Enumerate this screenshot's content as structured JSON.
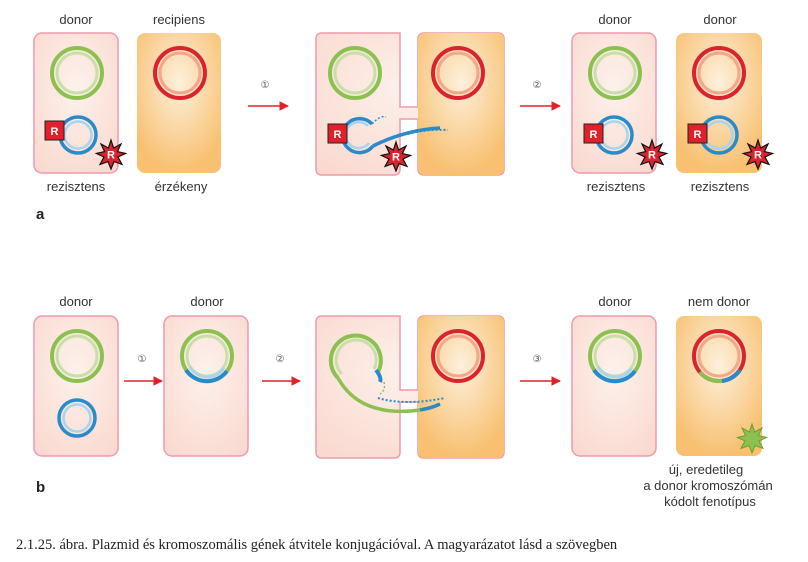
{
  "colors": {
    "donor_fill": "#fbe3dc",
    "donor_stroke": "#ee9aac",
    "recipient_fill": "#f8c878",
    "recipient_center": "#fdf0dc",
    "chromosome_green": "#8cc152",
    "chromosome_red": "#d9232e",
    "plasmid_blue": "#2a8bcb",
    "marker_red": "#e0202a",
    "arrow_red": "#e3202a"
  },
  "panel_a": {
    "letter": "a",
    "labels": {
      "donor_1": "donor",
      "recipient": "recipiens",
      "donor_2": "donor",
      "donor_3": "donor",
      "resistant_1": "rezisztens",
      "sensitive": "érzékeny",
      "resistant_2": "rezisztens",
      "resistant_3": "rezisztens"
    },
    "steps": [
      "①",
      "②"
    ],
    "marker_letter": "R"
  },
  "panel_b": {
    "letter": "b",
    "labels": {
      "donor_1": "donor",
      "donor_2": "donor",
      "donor_3": "donor",
      "non_donor": "nem donor"
    },
    "steps": [
      "①",
      "②",
      "③"
    ],
    "phenotype_note": [
      "új, eredetileg",
      "a donor kromoszómán",
      "kódolt fenotípus"
    ]
  },
  "caption": "2.1.25. ábra. Plazmid és kromoszomális gének átvitele konjugációval. A magyarázatot lásd a szövegben"
}
